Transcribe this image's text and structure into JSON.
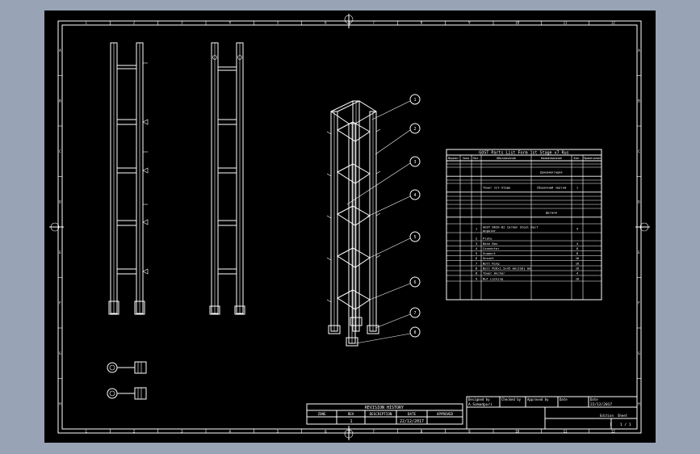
{
  "colors": {
    "background": "#98a4b6",
    "viewport": "#000000",
    "lines": "#ffffff"
  },
  "frame_ticks": {
    "top": [
      "1",
      "2",
      "3",
      "4",
      "5",
      "6",
      "7",
      "8",
      "9",
      "10",
      "11",
      "12"
    ],
    "side": [
      "A",
      "B",
      "C",
      "D",
      "E",
      "F",
      "G",
      "H"
    ]
  },
  "balloons": [
    "1",
    "2",
    "3",
    "4",
    "5",
    "6",
    "7",
    "8"
  ],
  "bom": {
    "title": "GOST Parts List Form 1st Stage v7 Rus",
    "headers": [
      "Формат",
      "Зона",
      "Поз.",
      "Обозначение",
      "Наименование",
      "Кол.",
      "Примечание"
    ],
    "rows": [
      {
        "pos": "",
        "des": "",
        "name": "Документация",
        "qty": ""
      },
      {
        "pos": "",
        "des": "Tower 1st-Stage",
        "name": "Сборочный чертеж",
        "qty": "1"
      },
      {
        "pos": "",
        "des": "",
        "name": "Детали",
        "qty": ""
      },
      {
        "pos": "1",
        "des": "GOST 8639-82 Carbon Steel Rectangular",
        "name": "",
        "qty": "4"
      },
      {
        "pos": "2",
        "des": "Plate",
        "name": "",
        "qty": ""
      },
      {
        "pos": "3",
        "des": "Base Box",
        "name": "",
        "qty": "4"
      },
      {
        "pos": "4",
        "des": "Connector",
        "name": "",
        "qty": "8"
      },
      {
        "pos": "5",
        "des": "Support",
        "name": "",
        "qty": "8"
      },
      {
        "pos": "6",
        "des": "Gusset",
        "name": "",
        "qty": "16"
      },
      {
        "pos": "7",
        "des": "Bolt Ring",
        "name": "",
        "qty": "16"
      },
      {
        "pos": "8",
        "des": "Bolt M16x1.5x45 mm(ISO) mm",
        "name": "",
        "qty": "16"
      },
      {
        "pos": "8",
        "des": "Tower Anchor",
        "name": "",
        "qty": "4"
      },
      {
        "pos": "9",
        "des": "Nut Locking",
        "name": "",
        "qty": "16"
      }
    ]
  },
  "revision": {
    "title": "REVISION HISTORY",
    "headers": [
      "ZONE",
      "REV",
      "DESCRIPTION",
      "DATE",
      "APPROVED"
    ],
    "row": {
      "zone": "",
      "rev": "1",
      "description": "",
      "date": "22/12/2017",
      "approved": ""
    }
  },
  "title_block": {
    "designed_by_label": "Designed by",
    "checked_by_label": "Checked by",
    "approved_by_label": "Approved by",
    "date_label": "Date",
    "date2_label": "Date",
    "designer": "A.Samadpuri",
    "date_value": "22/12/2017",
    "edition_label": "Edition",
    "sheet_label": "Sheet",
    "edition_value": "1",
    "sheet_value": "1 / 1"
  }
}
